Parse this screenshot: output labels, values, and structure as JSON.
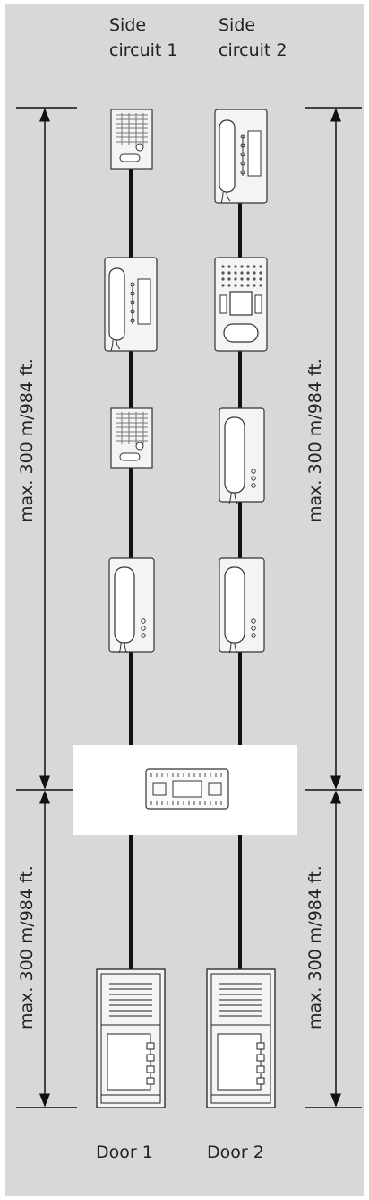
{
  "headers": {
    "circuit1_line1": "Side",
    "circuit1_line2": "circuit 1",
    "circuit2_line1": "Side",
    "circuit2_line2": "circuit 2"
  },
  "dimensions": {
    "upper_left": "max. 300 m/984 ft.",
    "upper_right": "max. 300 m/984 ft.",
    "lower_left": "max. 300 m/984 ft.",
    "lower_right": "max. 300 m/984 ft."
  },
  "footer": {
    "door1": "Door 1",
    "door2": "Door 2"
  },
  "colors": {
    "background": "#d8d8d8",
    "wire": "#111111",
    "device_fill": "#f4f4f4",
    "controller_box": "#ffffff"
  }
}
